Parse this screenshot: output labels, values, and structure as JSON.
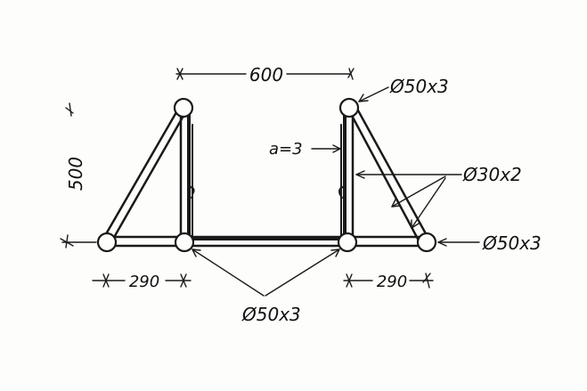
{
  "labels": {
    "width_top": "600",
    "height_left": "500",
    "offset_left": "290",
    "offset_right": "290",
    "top_right_tube": "Ø50x3",
    "plate_thickness": "a=3",
    "brace_tube": "Ø30x2",
    "right_end_tube": "Ø50x3",
    "bottom_tubes": "Ø50x3"
  },
  "colors": {
    "ink": "#1a1a1a",
    "paper": "#fdfdfb"
  }
}
